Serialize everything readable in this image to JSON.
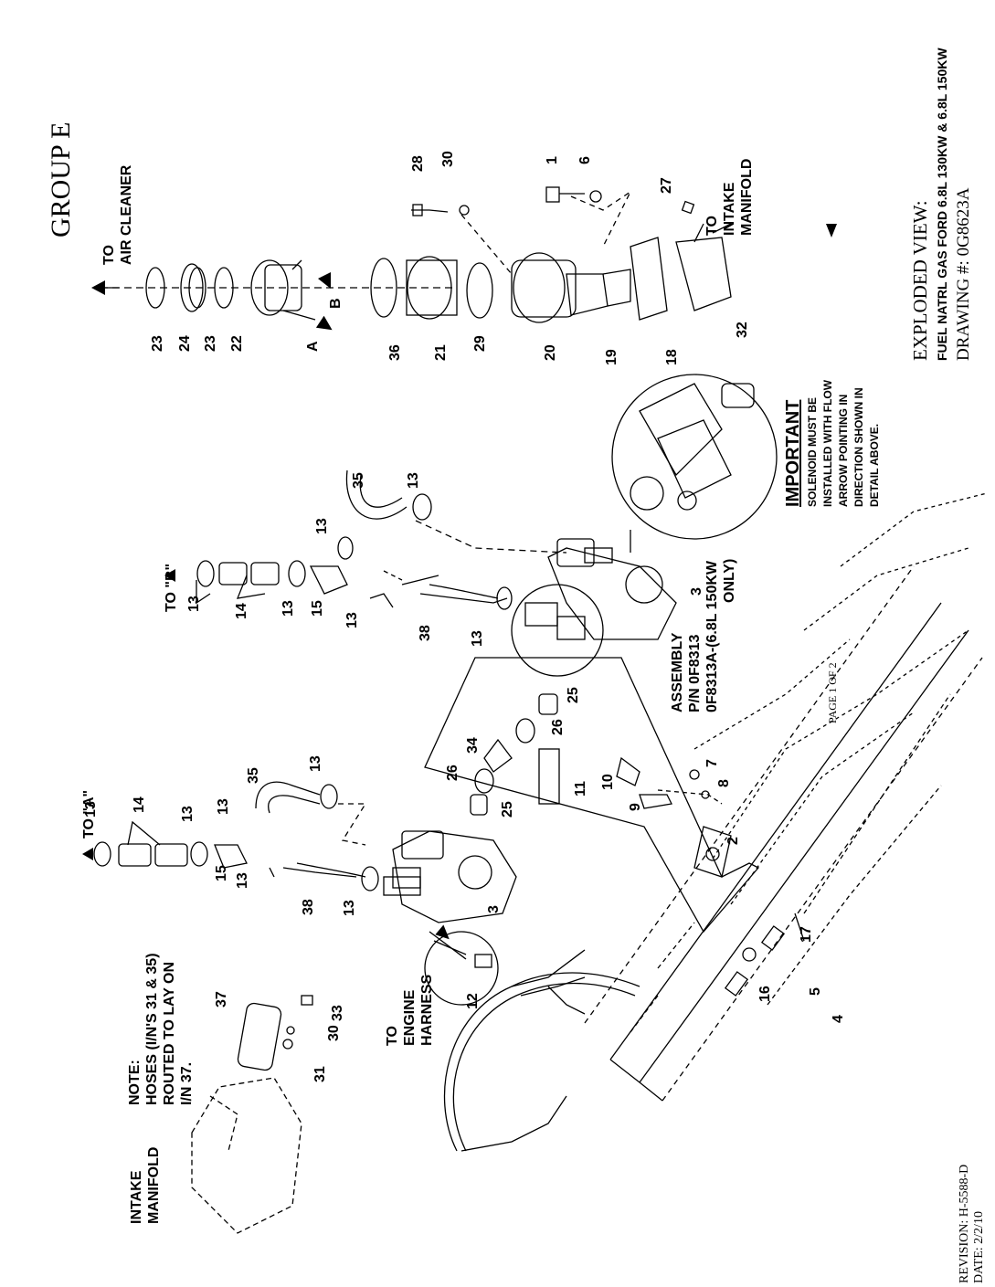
{
  "title": "GROUP E",
  "footer": {
    "revision": "REVISION: H-5588-D",
    "date": "DATE: 2/2/10",
    "page": "PAGE 1 OF 2",
    "view_heading": "EXPLODED VIEW:",
    "view_desc": "FUEL NATRL GAS FORD 6.8L 130KW & 6.8L 150KW",
    "drawing": "DRAWING #: 0G8623A"
  },
  "callouts": {
    "to_air_cleaner": [
      "TO",
      "AIR CLEANER"
    ],
    "to_intake_manifold": [
      "TO",
      "INTAKE",
      "MANIFOLD"
    ],
    "intake_manifold": [
      "INTAKE",
      "MANIFOLD"
    ],
    "note": [
      "NOTE:",
      "HOSES (I/N'S 31 & 35)",
      "ROUTED TO LAY ON",
      "I/N 37."
    ],
    "to_engine_harness": [
      "TO",
      "ENGINE",
      "HARNESS"
    ],
    "to_a": "TO \"A\"",
    "to_b": "TO \"B\"",
    "assembly": [
      "ASSEMBLY",
      "P/N 0F8313",
      "0F8313A-(6.8L 150KW",
      "ONLY)"
    ],
    "important_heading": "IMPORTANT",
    "important_text": [
      "SOLENOID MUST BE",
      "INSTALLED WITH FLOW",
      "ARROW POINTING IN",
      "DIRECTION SHOWN IN",
      "DETAIL ABOVE."
    ],
    "point_a": "A",
    "point_b": "B"
  },
  "part_labels": [
    {
      "id": "p23a",
      "text": "23"
    },
    {
      "id": "p24",
      "text": "24"
    },
    {
      "id": "p23b",
      "text": "23"
    },
    {
      "id": "p22",
      "text": "22"
    },
    {
      "id": "p36",
      "text": "36"
    },
    {
      "id": "p21",
      "text": "21"
    },
    {
      "id": "p29",
      "text": "29"
    },
    {
      "id": "p20",
      "text": "20"
    },
    {
      "id": "p19",
      "text": "19"
    },
    {
      "id": "p18",
      "text": "18"
    },
    {
      "id": "p32",
      "text": "32"
    },
    {
      "id": "p28",
      "text": "28"
    },
    {
      "id": "p30a",
      "text": "30"
    },
    {
      "id": "p1",
      "text": "1"
    },
    {
      "id": "p6",
      "text": "6"
    },
    {
      "id": "p27",
      "text": "27"
    },
    {
      "id": "p35a",
      "text": "35"
    },
    {
      "id": "p13a",
      "text": "13"
    },
    {
      "id": "p13b",
      "text": "13"
    },
    {
      "id": "p13c",
      "text": "13"
    },
    {
      "id": "p14a",
      "text": "14"
    },
    {
      "id": "p13d",
      "text": "13"
    },
    {
      "id": "p15a",
      "text": "15"
    },
    {
      "id": "p13e",
      "text": "13"
    },
    {
      "id": "p38a",
      "text": "38"
    },
    {
      "id": "p13f",
      "text": "13"
    },
    {
      "id": "p3a",
      "text": "3"
    },
    {
      "id": "p25a",
      "text": "25"
    },
    {
      "id": "p26a",
      "text": "26"
    },
    {
      "id": "p34",
      "text": "34"
    },
    {
      "id": "p26b",
      "text": "26"
    },
    {
      "id": "p25b",
      "text": "25"
    },
    {
      "id": "p11",
      "text": "11"
    },
    {
      "id": "p10",
      "text": "10"
    },
    {
      "id": "p7",
      "text": "7"
    },
    {
      "id": "p8",
      "text": "8"
    },
    {
      "id": "p9",
      "text": "9"
    },
    {
      "id": "p2",
      "text": "2"
    },
    {
      "id": "p35b",
      "text": "35"
    },
    {
      "id": "p13g",
      "text": "13"
    },
    {
      "id": "p13h",
      "text": "13"
    },
    {
      "id": "p14b",
      "text": "14"
    },
    {
      "id": "p13i",
      "text": "13"
    },
    {
      "id": "p13j",
      "text": "13"
    },
    {
      "id": "p15b",
      "text": "15"
    },
    {
      "id": "p13k",
      "text": "13"
    },
    {
      "id": "p38b",
      "text": "38"
    },
    {
      "id": "p13l",
      "text": "13"
    },
    {
      "id": "p3b",
      "text": "3"
    },
    {
      "id": "p37",
      "text": "37"
    },
    {
      "id": "p31",
      "text": "31"
    },
    {
      "id": "p30b",
      "text": "30"
    },
    {
      "id": "p33",
      "text": "33"
    },
    {
      "id": "p12",
      "text": "12"
    },
    {
      "id": "p16",
      "text": "16"
    },
    {
      "id": "p17",
      "text": "17"
    },
    {
      "id": "p5",
      "text": "5"
    },
    {
      "id": "p4",
      "text": "4"
    }
  ]
}
